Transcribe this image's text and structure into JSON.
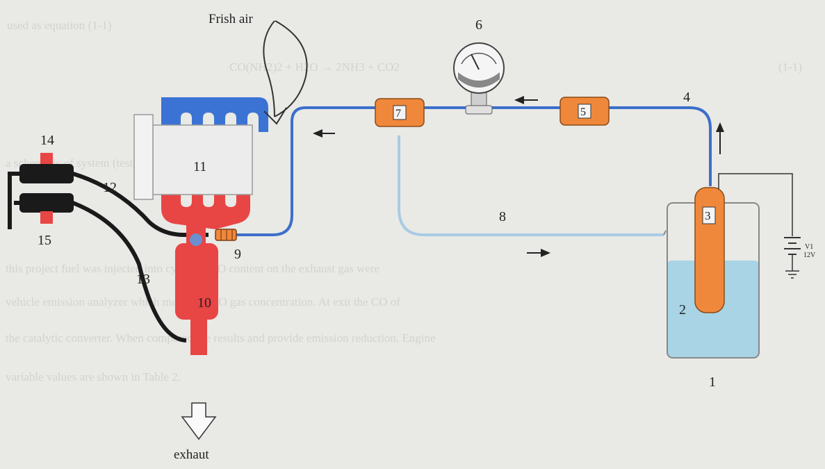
{
  "labels": {
    "fresh_air": "Frish air",
    "exhaust": "exhaut",
    "n1": "1",
    "n2": "2",
    "n3": "3",
    "n4": "4",
    "n5": "5",
    "n6": "6",
    "n7": "7",
    "n8": "8",
    "n9": "9",
    "n10": "10",
    "n11": "11",
    "n12": "12",
    "n13": "13",
    "n14": "14",
    "n15": "15"
  },
  "battery": {
    "name": "V1",
    "voltage": "12V"
  },
  "background_text": {
    "line1": "used as equation (1-1)",
    "equation": "CO(NH2)2 + H2O  →  2NH3 + CO2",
    "equation_ref": "(1-1)",
    "line2": "a schematic of system (test bench)",
    "para1": "this project fuel was injected into cylinder. CO content on the exhaust gas were",
    "para2": "vehicle emission analyzer which measured CO gas concentration. At exit the CO of",
    "para3": "the catalytic converter. When compared the results and provide emission reduction. Engine",
    "para4": "variable values are shown in Table 2."
  },
  "colors": {
    "orange": "#f0883b",
    "hot_red": "#e84545",
    "cool_blue": "#3b73d4",
    "water": "#a8d4e6",
    "hose_blue": "#3c6fc9",
    "hose_light": "#a9cbe4"
  }
}
